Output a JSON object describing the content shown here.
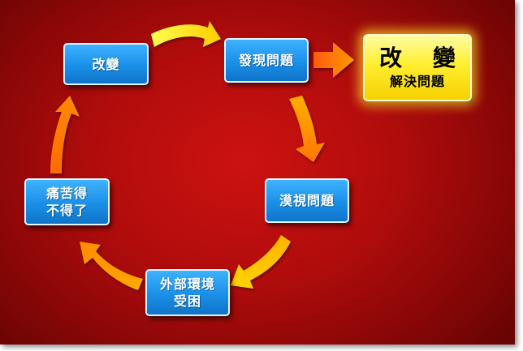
{
  "cycle": {
    "change": "改變",
    "discover": "發現問題",
    "ignore": "漠視問題",
    "external": [
      "外部環境",
      "受困"
    ],
    "pain": [
      "痛苦得",
      "不得了"
    ]
  },
  "goal": {
    "title": "改 變",
    "subtitle": "解決問題"
  },
  "colors": {
    "background": "#b00c0c",
    "box": "#1a8fe8",
    "goal": "#ffee30",
    "arrow_start": "#ffff40",
    "arrow_end": "#ff7a00"
  }
}
